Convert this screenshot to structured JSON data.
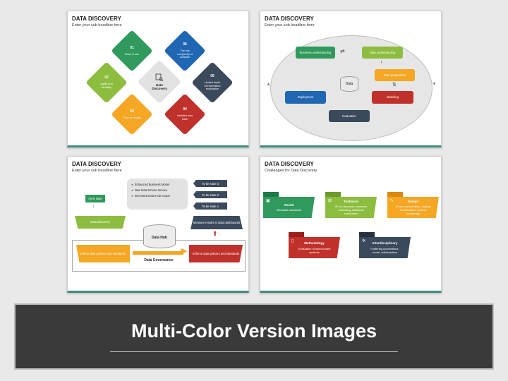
{
  "slides": [
    {
      "title": "DATA DISCOVERY",
      "subtitle": "Enter your sub headline here",
      "center": "Data Discovery",
      "center_icon": "data-search-icon",
      "items": [
        {
          "num": "01",
          "text": "Ease of use",
          "color": "#2f9a5b"
        },
        {
          "num": "02",
          "text": "Agility and flexibility",
          "color": "#8cbd3f"
        },
        {
          "num": "03",
          "text": "Time-to-results",
          "color": "#f5a623"
        },
        {
          "num": "04",
          "text": "Installed user base",
          "color": "#c0312b"
        },
        {
          "num": "05",
          "text": "Limited depth of information exploration",
          "color": "#3a4a5c"
        },
        {
          "num": "06",
          "text": "The low complexity of analysis",
          "color": "#1f66b3"
        }
      ]
    },
    {
      "title": "DATA DISCOVERY",
      "subtitle": "Enter your sub headline here",
      "center": "Data",
      "steps": [
        {
          "text": "Business understanding",
          "color": "#2f9a5b"
        },
        {
          "text": "Data understanding",
          "color": "#8cbd3f"
        },
        {
          "text": "Data preparation",
          "color": "#f5a623"
        },
        {
          "text": "Modeling",
          "color": "#c0312b"
        },
        {
          "text": "Evaluation",
          "color": "#3a4a5c"
        },
        {
          "text": "Deployment",
          "color": "#1f66b3"
        }
      ]
    },
    {
      "title": "DATA DISCOVERY",
      "subtitle": "Enter your sub headline here",
      "as_is": "As-is state",
      "discovery": "Data discovery",
      "define": "Define data policies and standards",
      "hub": "Data Hub",
      "governance": "Data Governance",
      "enforce": "Enforce data policies and standards",
      "measure": "Measure results in data dashboards",
      "checklist": [
        "Enhanced Business Model",
        "New Data Driven Service",
        "Increased Data Hub Scope"
      ],
      "tobe": [
        "To-be state 3",
        "To-be state 2",
        "To-be state 1"
      ]
    },
    {
      "title": "DATA DISCOVERY",
      "subtitle": "Challenges for Data Discovery",
      "cards": [
        {
          "title": "Social",
          "text": "Metadata standards",
          "color": "#2f9a5b",
          "icon": "monitor-icon"
        },
        {
          "title": "Technical",
          "text": "IR for discovery, semantic searching, statistical summaries",
          "color": "#8cbd3f",
          "icon": "network-icon"
        },
        {
          "title": "Design",
          "text": "UI and visualization, varying technical/live medical knowledge",
          "color": "#f5a623",
          "icon": "pencil-icon"
        },
        {
          "title": "Methodology",
          "text": "Evaluation of open-ended systems",
          "color": "#c0312b",
          "icon": "phone-icon"
        },
        {
          "title": "Interdisciplinary",
          "text": "Fostering connections, reuse, collaboration",
          "color": "#3a4a5c",
          "icon": "gears-icon"
        }
      ]
    }
  ],
  "banner": {
    "text": "Multi-Color Version Images"
  }
}
